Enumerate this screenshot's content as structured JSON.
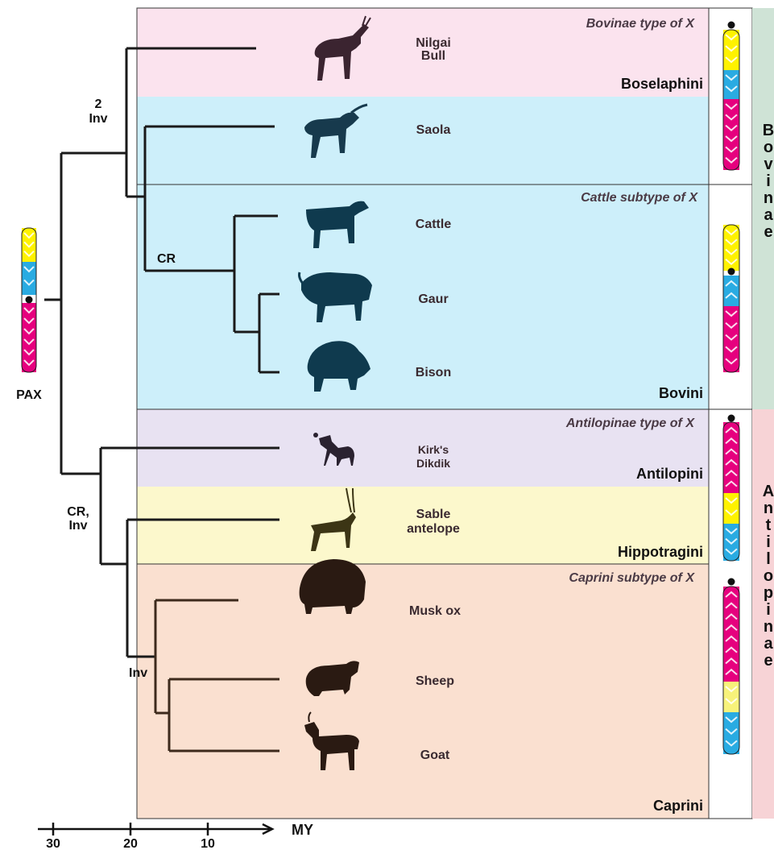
{
  "subfamilies": [
    {
      "letters": [
        "B",
        "o",
        "v",
        "i",
        "n",
        "a",
        "e"
      ],
      "color": "#cfe3d6"
    },
    {
      "letters": [
        "A",
        "n",
        "t",
        "i",
        "l",
        "o",
        "p",
        "i",
        "n",
        "a",
        "e"
      ],
      "color": "#f7d3d6"
    }
  ],
  "types": {
    "bovinae": "Bovinae type of X",
    "cattle": "Cattle subtype of X",
    "antilopinae": "Antilopinae type of X",
    "caprini": "Caprini subtype of X"
  },
  "tribes": {
    "boselaphini": "Boselaphini",
    "bovini": "Bovini",
    "antilopini": "Antilopini",
    "hippotragini": "Hippotragini",
    "caprini": "Caprini"
  },
  "taxa": {
    "nilgai": [
      "Nilgai",
      "Bull"
    ],
    "saola": "Saola",
    "cattle": "Cattle",
    "gaur": "Gaur",
    "bison": "Bison",
    "dikdik": [
      "Kirk's",
      "Dikdik"
    ],
    "sable": [
      "Sable",
      "antelope"
    ],
    "muskox": "Musk ox",
    "sheep": "Sheep",
    "goat": "Goat"
  },
  "nodes": {
    "two_inv": [
      "2",
      "Inv"
    ],
    "cr_bovini": "CR",
    "cr_inv": [
      "CR,",
      "Inv"
    ],
    "inv_caprini": "Inv"
  },
  "pax_label": "PAX",
  "axis": {
    "ticks": [
      "30",
      "20",
      "10"
    ],
    "unit": "MY"
  },
  "colors": {
    "pink": "#fbe3ee",
    "blue": "#cdeffa",
    "lavender": "#e8e2f2",
    "yellow": "#fcf8cc",
    "peach": "#fae0d0",
    "chr_yellow": "#fff200",
    "chr_blue": "#29abe2",
    "chr_magenta": "#e6007e"
  }
}
